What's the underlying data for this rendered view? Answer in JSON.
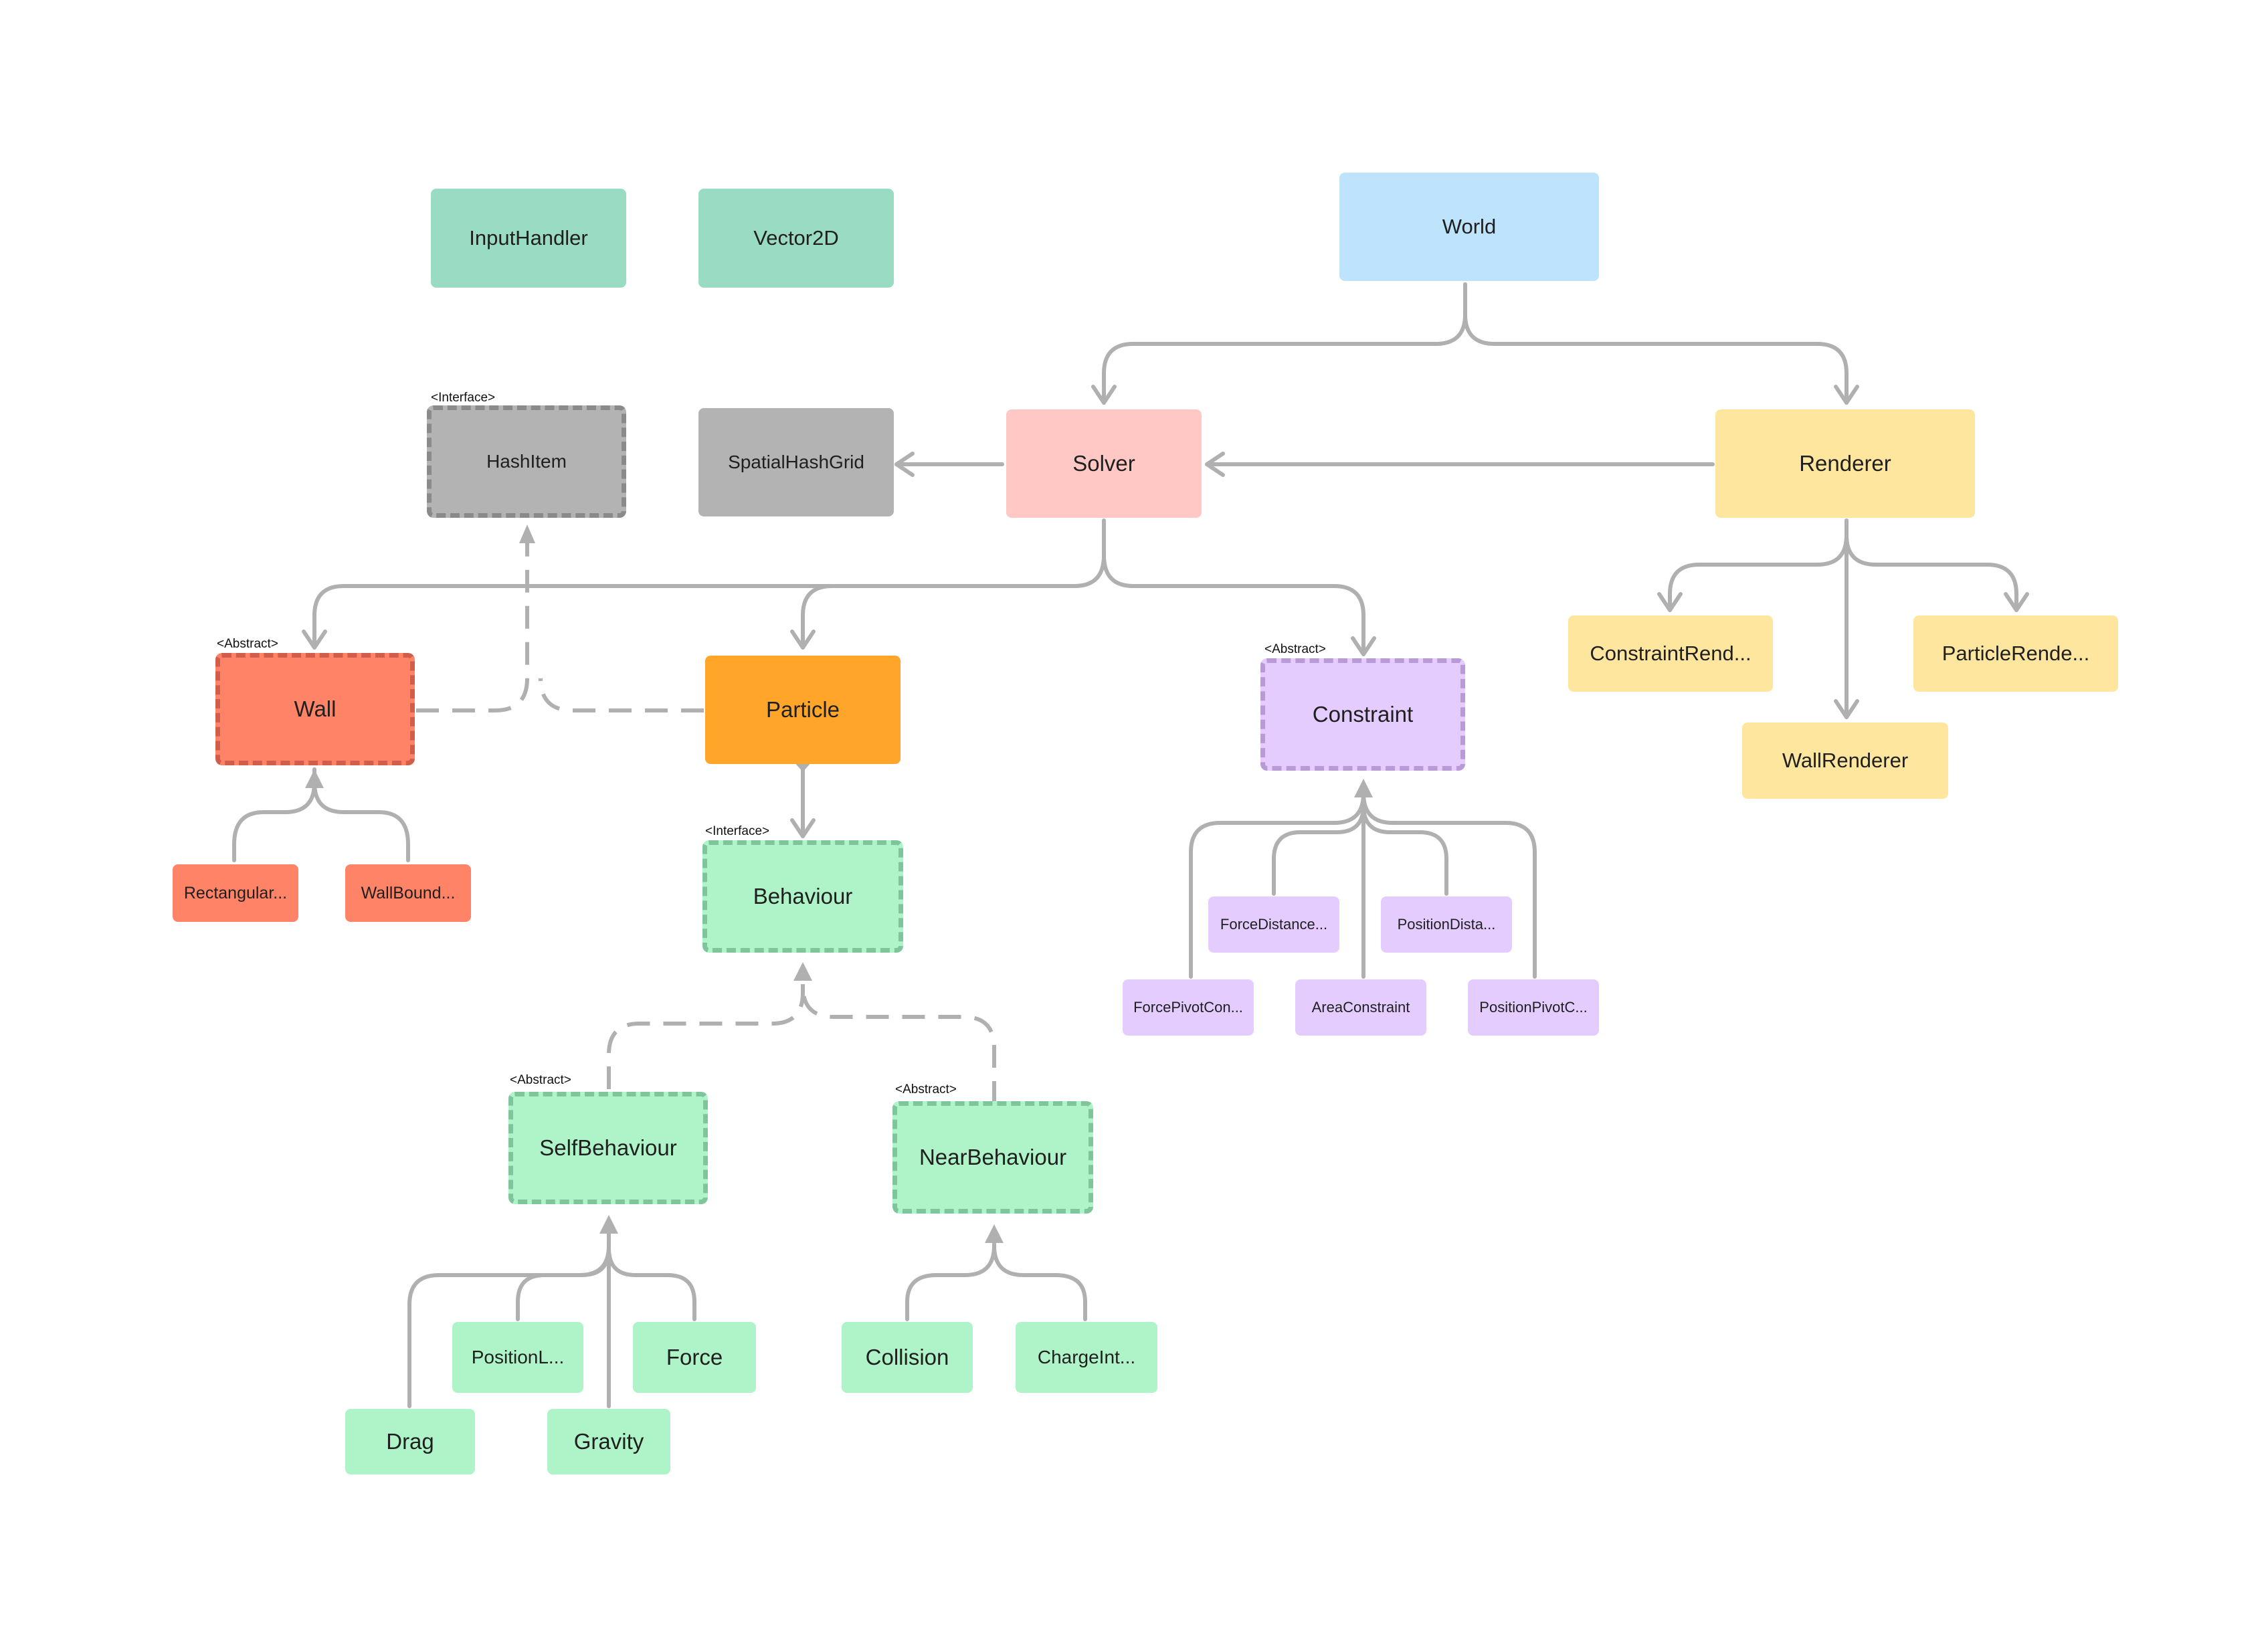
{
  "nodes": {
    "input_handler": "InputHandler",
    "vector2d": "Vector2D",
    "world": "World",
    "hash_item": "HashItem",
    "spatial_hash_grid": "SpatialHashGrid",
    "solver": "Solver",
    "renderer": "Renderer",
    "constraint_renderer": "ConstraintRend...",
    "particle_renderer": "ParticleRende...",
    "wall_renderer": "WallRenderer",
    "wall": "Wall",
    "particle": "Particle",
    "constraint": "Constraint",
    "rectangular_wall": "Rectangular...",
    "wall_bound": "WallBound...",
    "behaviour": "Behaviour",
    "force_distance": "ForceDistance...",
    "position_distance": "PositionDista...",
    "force_pivot": "ForcePivotCon...",
    "area_constraint": "AreaConstraint",
    "position_pivot": "PositionPivotC...",
    "self_behaviour": "SelfBehaviour",
    "near_behaviour": "NearBehaviour",
    "position_lock": "PositionL...",
    "force": "Force",
    "drag": "Drag",
    "gravity": "Gravity",
    "collision": "Collision",
    "charge_interaction": "ChargeInt..."
  },
  "stereotypes": {
    "hash_item": "<Interface>",
    "wall": "<Abstract>",
    "constraint": "<Abstract>",
    "behaviour": "<Interface>",
    "self_behaviour": "<Abstract>",
    "near_behaviour": "<Abstract>"
  },
  "colors": {
    "teal": "#9adcc3",
    "blue": "#bee3fc",
    "pink": "#ffc8c4",
    "yellow": "#ffe69f",
    "gray": "#b3b3b3",
    "gray_border": "#8a8a8a",
    "red": "#ff8366",
    "red_border": "#d15e4b",
    "orange": "#ffa529",
    "purple": "#e4ccff",
    "purple_border": "#b99ad6",
    "mint": "#aff4c8",
    "mint_border": "#7fc59b",
    "edge": "#b0b0b0"
  }
}
